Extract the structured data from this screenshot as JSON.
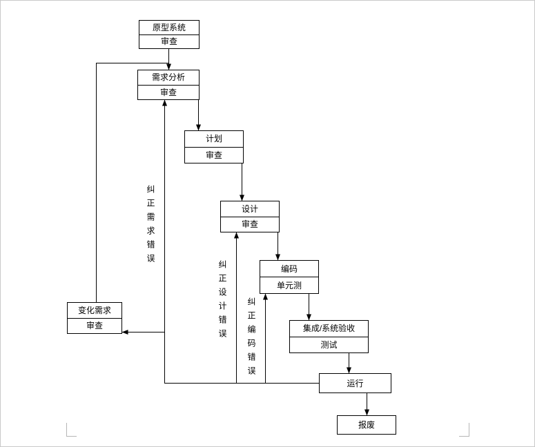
{
  "page": {
    "background_color": "#ffffff",
    "line_color": "#000000",
    "corner_mark_color": "#b5b5b5"
  },
  "diagram": {
    "boxes": {
      "prototype": {
        "line1": "原型系统",
        "line2": "审查"
      },
      "requirements": {
        "line1": "需求分析",
        "line2": "审查"
      },
      "plan": {
        "line1": "计划",
        "line2": "审查"
      },
      "design": {
        "line1": "设计",
        "line2": "审查"
      },
      "coding": {
        "line1": "编码",
        "line2": "单元测"
      },
      "integration": {
        "line1": "集成/系统验收",
        "line2": "测试"
      },
      "operation": {
        "label": "运行"
      },
      "retire": {
        "label": "报废"
      },
      "change_request": {
        "line1": "变化需求",
        "line2": "审查"
      }
    },
    "edge_labels": {
      "fix_requirements": "纠正需求错误",
      "fix_design": "纠正设计错误",
      "fix_coding": "纠正编码错误"
    }
  }
}
